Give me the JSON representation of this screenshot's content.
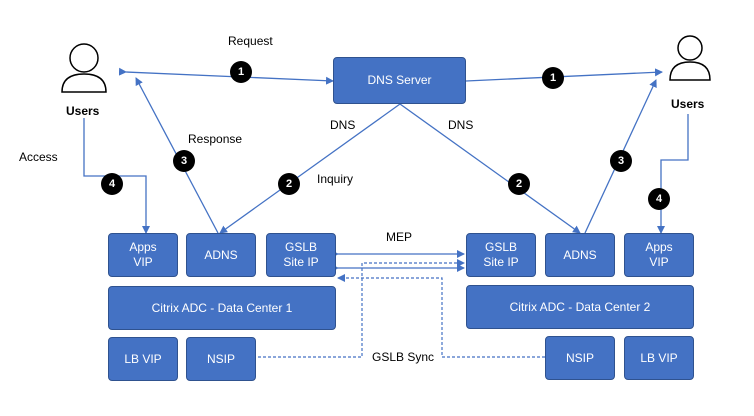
{
  "nodes": {
    "dns_server": "DNS Server",
    "apps_vip_1": "Apps\nVIP",
    "adns_1": "ADNS",
    "gslb_site_ip_1": "GSLB\nSite IP",
    "dc1": "Citrix ADC - Data Center 1",
    "lb_vip_1": "LB VIP",
    "nsip_1": "NSIP",
    "gslb_site_ip_2": "GSLB\nSite IP",
    "adns_2": "ADNS",
    "apps_vip_2": "Apps\nVIP",
    "dc2": "Citrix ADC - Data Center 2",
    "nsip_2": "NSIP",
    "lb_vip_2": "LB VIP"
  },
  "labels": {
    "users_left": "Users",
    "users_right": "Users",
    "request": "Request",
    "response": "Response",
    "access": "Access",
    "dns_left": "DNS",
    "dns_right": "DNS",
    "inquiry": "Inquiry",
    "mep": "MEP",
    "gslb_sync": "GSLB Sync"
  },
  "steps": {
    "s1_left": "1",
    "s1_right": "1",
    "s2_left": "2",
    "s2_right": "2",
    "s3_left": "3",
    "s3_right": "3",
    "s4_left": "4",
    "s4_right": "4"
  },
  "colors": {
    "box_fill": "#4472C4",
    "box_border": "#2F528F",
    "arrow": "#4472C4",
    "badge": "#000000"
  }
}
